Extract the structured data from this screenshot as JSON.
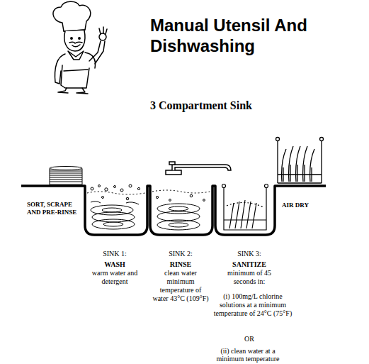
{
  "diagram": {
    "title": "Manual Utensil And Dishwashing",
    "labels": [
      "3 Compartment Sink",
      "SORT, SCRAPE AND PRE-RINSE",
      "AIR DRY",
      "SINK 1:",
      "WASH",
      "warm water and detergent",
      "SINK 2:",
      "RINSE",
      "clean water minimum temperature of water 43°C (109°F)",
      "SINK 3:",
      "SANITIZE",
      "minimum of 45 seconds in:",
      "(i) 100mg/L chlorine solutions at a minimum temperature of 24°C (75°F)",
      "OR",
      "(ii) clean water at a minimum temperature"
    ]
  }
}
